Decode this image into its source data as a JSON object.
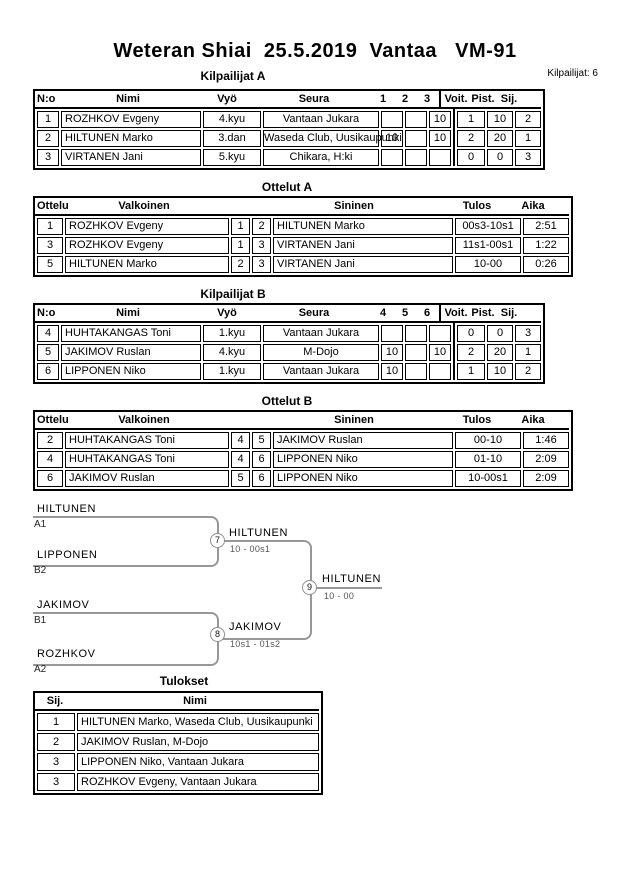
{
  "header": {
    "title": "Weteran Shiai  25.5.2019  Vantaa   VM-91",
    "competitors_label": "Kilpailijat: 6"
  },
  "sections": {
    "kilpailijat_a": {
      "title": "Kilpailijat A",
      "headers": [
        "N:o",
        "Nimi",
        "Vyö",
        "Seura",
        "1",
        "2",
        "3",
        "Voit.",
        "Pist.",
        "Sij."
      ],
      "rows": [
        [
          "1",
          "ROZHKOV Evgeny",
          "4.kyu",
          "Vantaan Jukara",
          "",
          "",
          "10",
          "1",
          "10",
          "2"
        ],
        [
          "2",
          "HILTUNEN Marko",
          "3.dan",
          "Waseda Club, Uusikaupunki",
          "10",
          "",
          "10",
          "2",
          "20",
          "1"
        ],
        [
          "3",
          "VIRTANEN Jani",
          "5.kyu",
          "Chikara, H:ki",
          "",
          "",
          "",
          "0",
          "0",
          "3"
        ]
      ]
    },
    "ottelut_a": {
      "title": "Ottelut A",
      "headers": [
        "Ottelu",
        "Valkoinen",
        "",
        "",
        "Sininen",
        "Tulos",
        "Aika"
      ],
      "rows": [
        [
          "1",
          "ROZHKOV Evgeny",
          "1",
          "2",
          "HILTUNEN Marko",
          "00s3-10s1",
          "2:51"
        ],
        [
          "3",
          "ROZHKOV Evgeny",
          "1",
          "3",
          "VIRTANEN Jani",
          "11s1-00s1",
          "1:22"
        ],
        [
          "5",
          "HILTUNEN Marko",
          "2",
          "3",
          "VIRTANEN Jani",
          "10-00",
          "0:26"
        ]
      ]
    },
    "kilpailijat_b": {
      "title": "Kilpailijat B",
      "headers": [
        "N:o",
        "Nimi",
        "Vyö",
        "Seura",
        "4",
        "5",
        "6",
        "Voit.",
        "Pist.",
        "Sij."
      ],
      "rows": [
        [
          "4",
          "HUHTAKANGAS Toni",
          "1.kyu",
          "Vantaan Jukara",
          "",
          "",
          "",
          "0",
          "0",
          "3"
        ],
        [
          "5",
          "JAKIMOV Ruslan",
          "4.kyu",
          "M-Dojo",
          "10",
          "",
          "10",
          "2",
          "20",
          "1"
        ],
        [
          "6",
          "LIPPONEN Niko",
          "1.kyu",
          "Vantaan Jukara",
          "10",
          "",
          "",
          "1",
          "10",
          "2"
        ]
      ]
    },
    "ottelut_b": {
      "title": "Ottelut B",
      "headers": [
        "Ottelu",
        "Valkoinen",
        "",
        "",
        "Sininen",
        "Tulos",
        "Aika"
      ],
      "rows": [
        [
          "2",
          "HUHTAKANGAS Toni",
          "4",
          "5",
          "JAKIMOV Ruslan",
          "00-10",
          "1:46"
        ],
        [
          "4",
          "HUHTAKANGAS Toni",
          "4",
          "6",
          "LIPPONEN Niko",
          "01-10",
          "2:09"
        ],
        [
          "6",
          "JAKIMOV Ruslan",
          "5",
          "6",
          "LIPPONEN Niko",
          "10-00s1",
          "2:09"
        ]
      ]
    },
    "bracket": {
      "slots": [
        {
          "name": "HILTUNEN",
          "seed": "A1"
        },
        {
          "name": "LIPPONEN",
          "seed": "B2"
        },
        {
          "name": "JAKIMOV",
          "seed": "B1"
        },
        {
          "name": "ROZHKOV",
          "seed": "A2"
        }
      ],
      "semifinals": [
        {
          "match_no": "7",
          "winner": "HILTUNEN",
          "score": "10 - 00s1"
        },
        {
          "match_no": "8",
          "winner": "JAKIMOV",
          "score": "10s1 - 01s2"
        }
      ],
      "final": {
        "match_no": "9",
        "winner": "HILTUNEN",
        "score": "10 - 00"
      }
    },
    "tulokset": {
      "title": "Tulokset",
      "headers": [
        "Sij.",
        "Nimi"
      ],
      "rows": [
        [
          "1",
          "HILTUNEN Marko, Waseda Club, Uusikaupunki"
        ],
        [
          "2",
          "JAKIMOV Ruslan, M-Dojo"
        ],
        [
          "3",
          "LIPPONEN Niko, Vantaan Jukara"
        ],
        [
          "3",
          "ROZHKOV Evgeny, Vantaan Jukara"
        ]
      ]
    }
  }
}
